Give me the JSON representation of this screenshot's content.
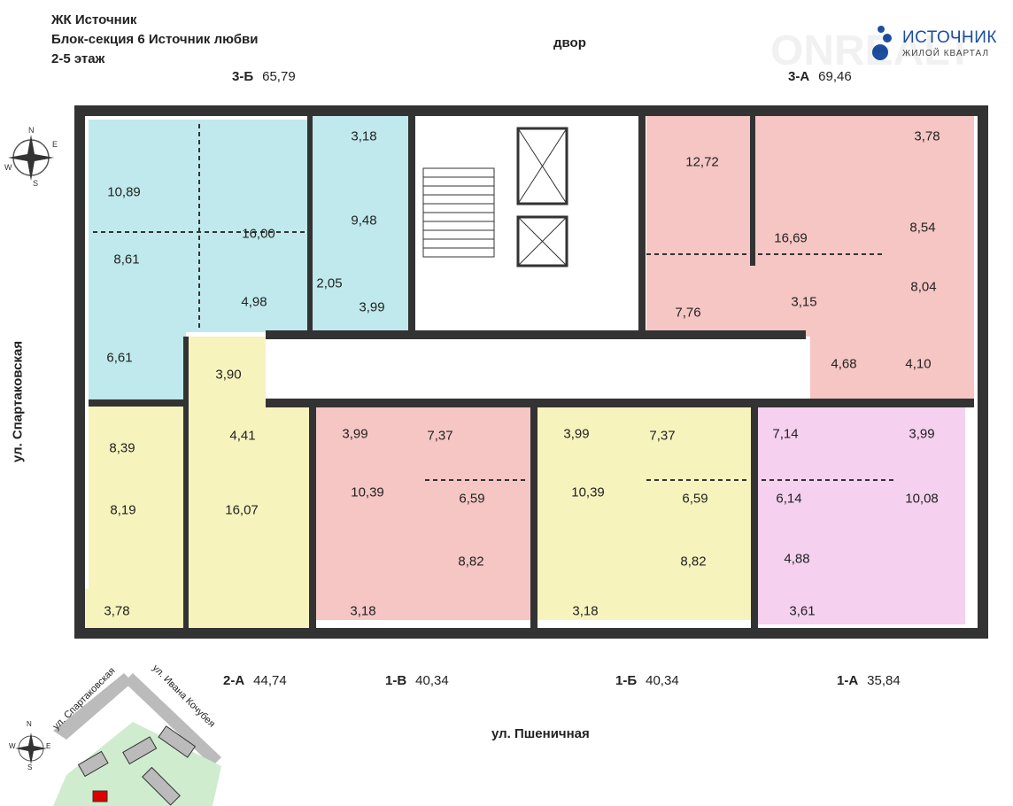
{
  "header": {
    "complex": "ЖК Источник",
    "section": "Блок-секция 6 Источник любви",
    "floors": "2-5 этаж"
  },
  "logo": {
    "name": "ИСТОЧНИК",
    "subtitle": "ЖИЛОЙ КВАРТАЛ",
    "color": "#1d4f9f"
  },
  "watermark": "ONREALT",
  "streets": {
    "top": "двор",
    "left": "ул. Спартаковская",
    "bottom": "ул. Пшеничная"
  },
  "apartments": [
    {
      "code": "3-Б",
      "area": "65,79",
      "color": "#bfe9ec"
    },
    {
      "code": "3-А",
      "area": "69,46",
      "color": "#f5c6c4"
    },
    {
      "code": "2-А",
      "area": "44,74",
      "color": "#f6f3bd"
    },
    {
      "code": "1-В",
      "area": "40,34",
      "color": "#f5c6c4"
    },
    {
      "code": "1-Б",
      "area": "40,34",
      "color": "#f6f3bd"
    },
    {
      "code": "1-А",
      "area": "35,84",
      "color": "#f5d0ef"
    }
  ],
  "rooms": [
    "10,89",
    "16,00",
    "3,18",
    "9,48",
    "8,61",
    "2,05",
    "4,98",
    "3,99",
    "6,61",
    "3,90",
    "12,72",
    "16,69",
    "3,78",
    "8,54",
    "7,76",
    "3,15",
    "8,04",
    "4,68",
    "4,10",
    "4,41",
    "8,39",
    "16,07",
    "8,19",
    "3,78",
    "3,99",
    "7,37",
    "10,39",
    "6,59",
    "8,82",
    "3,18",
    "3,99",
    "7,37",
    "10,39",
    "6,59",
    "8,82",
    "3,18",
    "7,14",
    "3,99",
    "6,14",
    "10,08",
    "4,88",
    "3,61"
  ],
  "minimap": {
    "streets": [
      "ул. Спартаковская",
      "ул. Ивана Кочубея"
    ],
    "compass": [
      "N",
      "E",
      "S",
      "W"
    ]
  }
}
